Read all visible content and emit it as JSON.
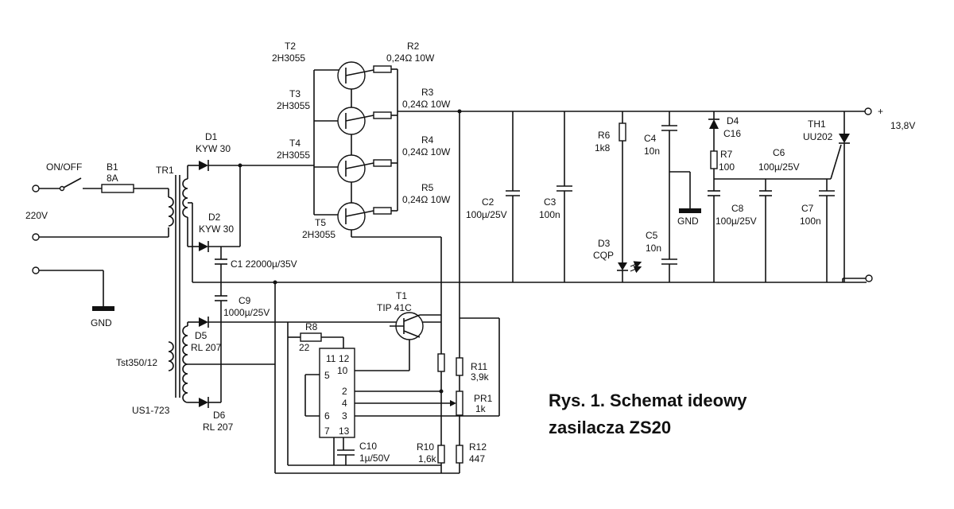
{
  "caption": {
    "line1": "Rys. 1. Schemat ideowy",
    "line2": "zasilacza ZS20"
  },
  "labels": {
    "switch": "ON/OFF",
    "fuse": "B1",
    "fuse_val": "8A",
    "mains": "220V",
    "tr1": "TR1",
    "gnd_left": "GND",
    "d1": "D1",
    "d1_val": "KYW 30",
    "d2": "D2",
    "d2_val": "KYW 30",
    "c1": "C1 22000µ/35V",
    "c9": "C9",
    "c9_val": "1000µ/25V",
    "d5": "D5",
    "d5_val": "RL 207",
    "d6": "D6",
    "d6_val": "RL 207",
    "tst": "Tst350/12",
    "us1": "US1-723",
    "t2": "T2",
    "t2_val": "2H3055",
    "t3": "T3",
    "t3_val": "2H3055",
    "t4": "T4",
    "t4_val": "2H3055",
    "t5": "T5",
    "t5_val": "2H3055",
    "r2": "R2",
    "r2_val": "0,24Ω 10W",
    "r3": "R3",
    "r3_val": "0,24Ω 10W",
    "r4": "R4",
    "r4_val": "0,24Ω 10W",
    "r5": "R5",
    "r5_val": "0,24Ω 10W",
    "t1": "T1",
    "t1_val": "TIP 41C",
    "r8": "R8",
    "r8_val": "22",
    "pin11": "11",
    "pin12": "12",
    "pin10": "10",
    "pin5": "5",
    "pin2": "2",
    "pin4": "4",
    "pin6": "6",
    "pin3": "3",
    "pin7": "7",
    "pin13": "13",
    "c10": "C10",
    "c10_val": "1µ/50V",
    "r11": "R11",
    "r11_val": "3,9k",
    "pr1": "PR1",
    "pr1_val": "1k",
    "r10": "R10",
    "r10_val": "1,6k",
    "r12": "R12",
    "r12_val": "447",
    "c2": "C2",
    "c2_val": "100µ/25V",
    "c3": "C3",
    "c3_val": "100n",
    "r6": "R6",
    "r6_val": "1k8",
    "d3": "D3",
    "d3_val": "CQP",
    "c4": "C4",
    "c4_val": "10n",
    "c5": "C5",
    "c5_val": "10n",
    "gnd_mid": "GND",
    "d4": "D4",
    "d4_val": "C16",
    "r7": "R7",
    "r7_val": "100",
    "c8": "C8",
    "c8_val": "100µ/25V",
    "c6": "C6",
    "c6_val": "100µ/25V",
    "c7": "C7",
    "c7_val": "100n",
    "th1": "TH1",
    "th1_val": "UU202",
    "plus": "+",
    "vout": "13,8V"
  }
}
